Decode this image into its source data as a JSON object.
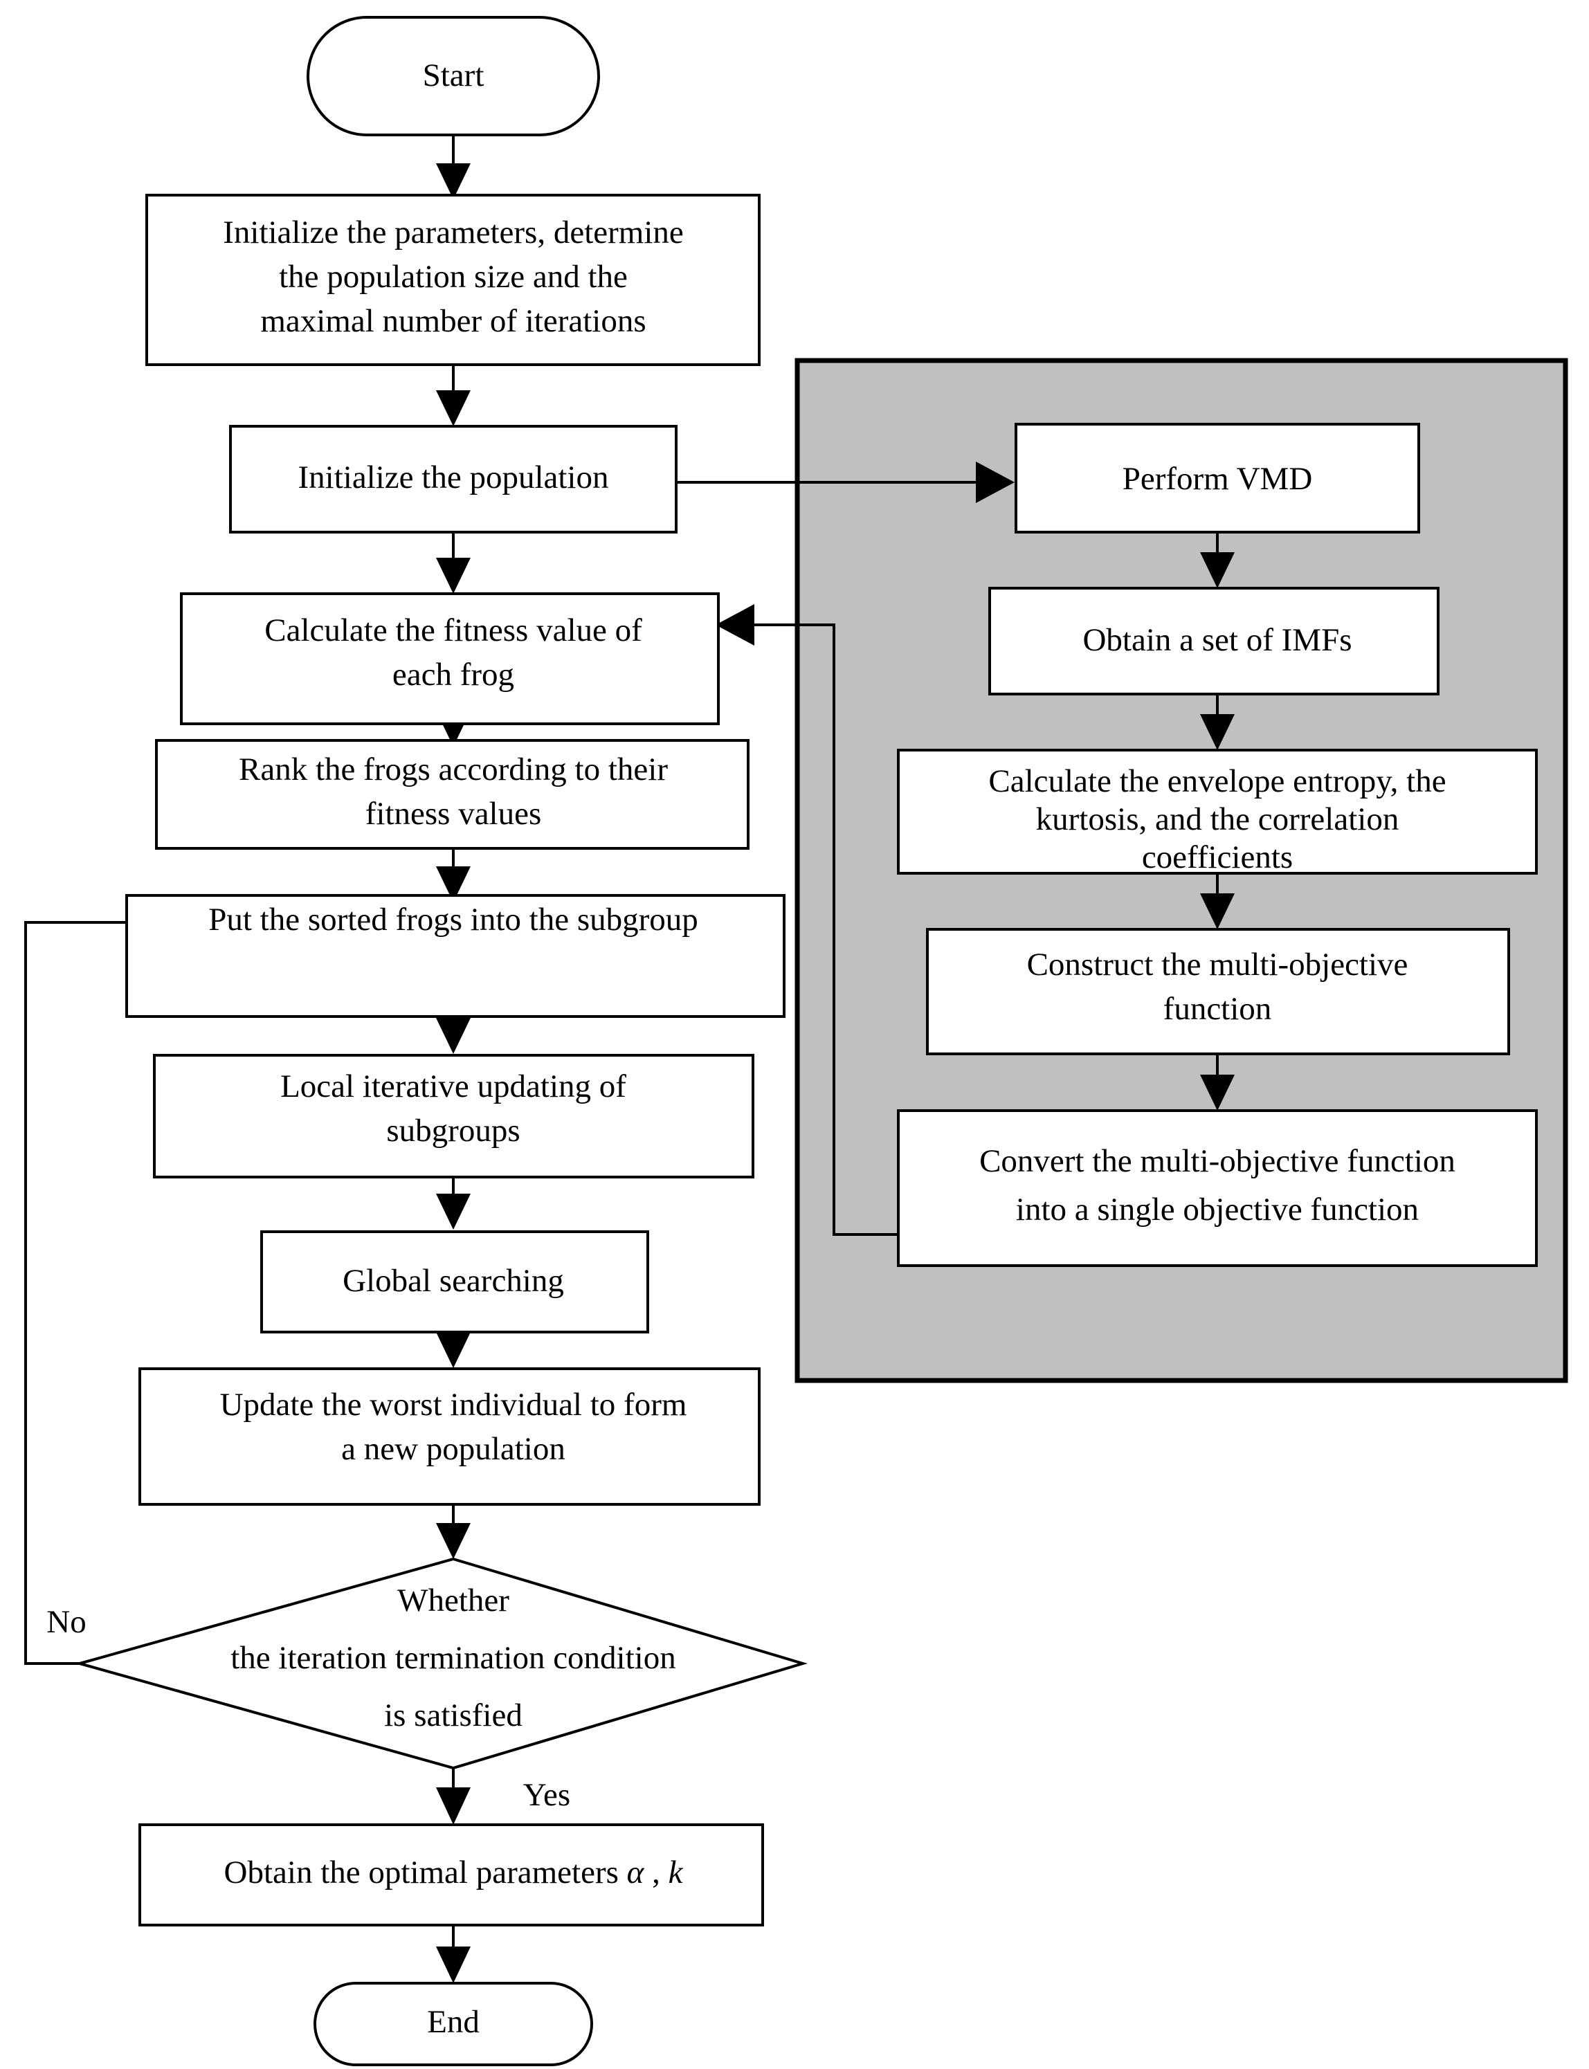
{
  "diagram": {
    "title": "SFLA-VMD parameter optimization flowchart",
    "colors": {
      "background": "#ffffff",
      "node_fill": "#ffffff",
      "node_stroke": "#000000",
      "group_fill": "#c0c0c0",
      "group_stroke": "#000000",
      "connector": "#000000"
    }
  },
  "nodes": {
    "start": {
      "label": "Start",
      "shape": "terminator"
    },
    "init_params": {
      "label": "Initialize the parameters, determine the population size and the maximal number of iterations",
      "shape": "process",
      "lines": [
        "Initialize the parameters, determine",
        "the population size and the",
        "maximal number of iterations"
      ]
    },
    "init_population": {
      "label": "Initialize the population",
      "shape": "process",
      "lines": [
        "Initialize the population"
      ]
    },
    "calc_fitness": {
      "label": "Calculate the fitness value of each frog",
      "shape": "process",
      "lines": [
        "Calculate the fitness value of",
        "each frog"
      ]
    },
    "rank_frogs": {
      "label": "Rank the frogs according to their fitness values",
      "shape": "process",
      "lines": [
        "Rank the frogs according to their",
        "fitness values"
      ]
    },
    "put_subgroup": {
      "label": "Put the sorted frogs into the subgroup",
      "shape": "process",
      "lines": [
        "Put the sorted frogs into the subgroup"
      ]
    },
    "local_update": {
      "label": "Local iterative updating of subgroups",
      "shape": "process",
      "lines": [
        "Local iterative updating of",
        "subgroups"
      ]
    },
    "global_search": {
      "label": "Global searching",
      "shape": "process",
      "lines": [
        "Global searching"
      ]
    },
    "update_worst": {
      "label": "Update the worst individual to form a new population",
      "shape": "process",
      "lines": [
        "Update the worst individual to form",
        "a new population"
      ]
    },
    "decision": {
      "label": "Whether the iteration termination condition is satisfied",
      "shape": "decision",
      "lines": [
        "Whether",
        "the iteration termination condition",
        "is satisfied"
      ]
    },
    "obtain_params": {
      "label": "Obtain the optimal parameters α , k",
      "shape": "process",
      "prefix": "Obtain the optimal parameters ",
      "symbol_alpha": "α",
      "separator": " , ",
      "symbol_k": "k"
    },
    "end": {
      "label": "End",
      "shape": "terminator"
    },
    "perform_vmd": {
      "label": "Perform VMD",
      "shape": "process",
      "lines": [
        "Perform VMD"
      ]
    },
    "obtain_imfs": {
      "label": "Obtain  a set of IMFs",
      "shape": "process",
      "lines": [
        "Obtain  a set of IMFs"
      ]
    },
    "calc_entropy": {
      "label": "Calculate the envelope entropy, the kurtosis, and the correlation coefficients",
      "shape": "process",
      "lines": [
        "Calculate the envelope entropy, the",
        "kurtosis, and the correlation",
        "coefficients"
      ]
    },
    "construct_multi": {
      "label": "Construct the multi-objective function",
      "shape": "process",
      "lines": [
        "Construct the multi-objective",
        "function"
      ]
    },
    "convert_single": {
      "label": "Convert the multi-objective function into a single objective function",
      "shape": "process",
      "lines": [
        "Convert the multi-objective function",
        "into a single objective function"
      ]
    }
  },
  "edge_labels": {
    "no": "No",
    "yes": "Yes"
  }
}
